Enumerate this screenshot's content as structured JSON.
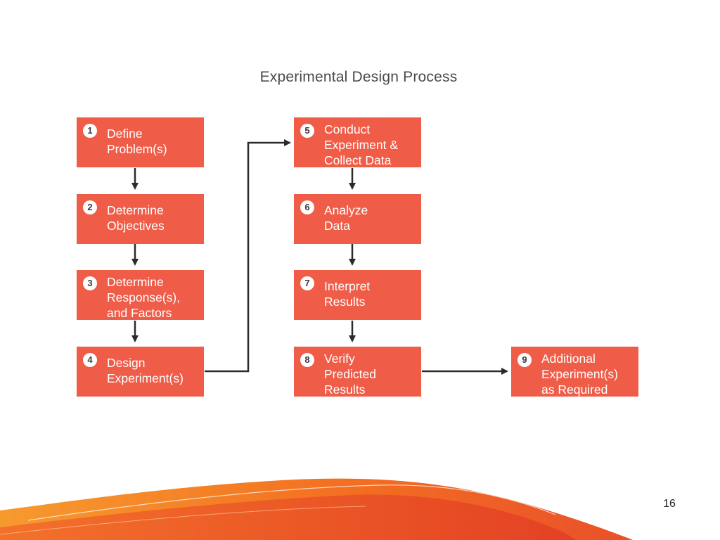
{
  "title": "Experimental Design Process",
  "steps": [
    {
      "num": "1",
      "label": "Define\nProblem(s)"
    },
    {
      "num": "2",
      "label": "Determine\nObjectives"
    },
    {
      "num": "3",
      "label": "Determine\nResponse(s),\nand Factors"
    },
    {
      "num": "4",
      "label": "Design\nExperiment(s)"
    },
    {
      "num": "5",
      "label": "Conduct\nExperiment &\nCollect Data"
    },
    {
      "num": "6",
      "label": "Analyze\nData"
    },
    {
      "num": "7",
      "label": "Interpret\nResults"
    },
    {
      "num": "8",
      "label": "Verify\nPredicted\nResults"
    },
    {
      "num": "9",
      "label": "Additional\nExperiment(s)\nas Required"
    }
  ],
  "page_number": "16",
  "colors": {
    "box": "#ef5c48",
    "arrow": "#2b2b2b",
    "footer_orange": "#f36f21",
    "footer_red": "#e8452c"
  }
}
